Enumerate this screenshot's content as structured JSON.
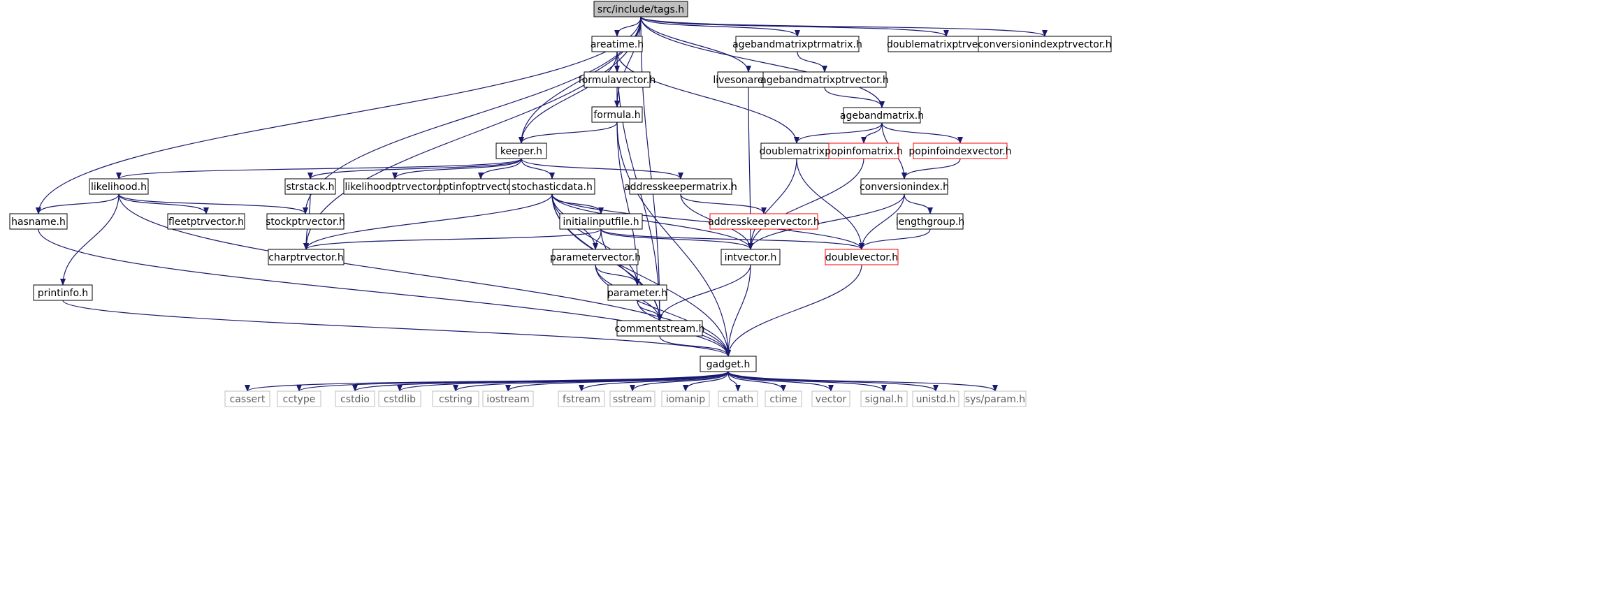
{
  "colors": {
    "edge": "#191970",
    "node_border": "#000000",
    "highlight_border": "#ff0000",
    "system_border": "#bfbfbf",
    "root_fill": "#bfbfbf",
    "node_fill": "#ffffff",
    "text": "#000000",
    "system_text": "#606060"
  },
  "nodes": [
    {
      "id": "tags",
      "label": "src/include/tags.h",
      "kind": "root"
    },
    {
      "id": "areatime",
      "label": "areatime.h",
      "kind": "normal"
    },
    {
      "id": "agebandmatrixptrmatrix",
      "label": "agebandmatrixptrmatrix.h",
      "kind": "normal"
    },
    {
      "id": "doublematrixptrvector",
      "label": "doublematrixptrvector.h",
      "kind": "normal"
    },
    {
      "id": "conversionindexptrvector",
      "label": "conversionindexptrvector.h",
      "kind": "normal"
    },
    {
      "id": "formulavector",
      "label": "formulavector.h",
      "kind": "normal"
    },
    {
      "id": "livesonareas",
      "label": "livesonareas.h",
      "kind": "normal"
    },
    {
      "id": "agebandmatrixptrvector",
      "label": "agebandmatrixptrvector.h",
      "kind": "normal"
    },
    {
      "id": "formula",
      "label": "formula.h",
      "kind": "normal"
    },
    {
      "id": "agebandmatrix",
      "label": "agebandmatrix.h",
      "kind": "normal"
    },
    {
      "id": "keeper",
      "label": "keeper.h",
      "kind": "normal"
    },
    {
      "id": "doublematrix",
      "label": "doublematrix.h",
      "kind": "normal"
    },
    {
      "id": "popinfomatrix",
      "label": "popinfomatrix.h",
      "kind": "highlight"
    },
    {
      "id": "popinfoindexvector",
      "label": "popinfoindexvector.h",
      "kind": "highlight"
    },
    {
      "id": "likelihood",
      "label": "likelihood.h",
      "kind": "normal"
    },
    {
      "id": "strstack",
      "label": "strstack.h",
      "kind": "normal"
    },
    {
      "id": "likelihoodptrvector",
      "label": "likelihoodptrvector.h",
      "kind": "normal"
    },
    {
      "id": "optinfoptrvector",
      "label": "optinfoptrvector.h",
      "kind": "normal"
    },
    {
      "id": "stochasticdata",
      "label": "stochasticdata.h",
      "kind": "normal"
    },
    {
      "id": "addresskeepermatrix",
      "label": "addresskeepermatrix.h",
      "kind": "normal"
    },
    {
      "id": "conversionindex",
      "label": "conversionindex.h",
      "kind": "normal"
    },
    {
      "id": "hasname",
      "label": "hasname.h",
      "kind": "normal"
    },
    {
      "id": "fleetptrvector",
      "label": "fleetptrvector.h",
      "kind": "normal"
    },
    {
      "id": "stockptrvector",
      "label": "stockptrvector.h",
      "kind": "normal"
    },
    {
      "id": "initialinputfile",
      "label": "initialinputfile.h",
      "kind": "normal"
    },
    {
      "id": "addresskeepervector",
      "label": "addresskeepervector.h",
      "kind": "highlight"
    },
    {
      "id": "lengthgroup",
      "label": "lengthgroup.h",
      "kind": "normal"
    },
    {
      "id": "charptrvector",
      "label": "charptrvector.h",
      "kind": "normal"
    },
    {
      "id": "parametervector",
      "label": "parametervector.h",
      "kind": "normal"
    },
    {
      "id": "intvector",
      "label": "intvector.h",
      "kind": "normal"
    },
    {
      "id": "doublevector",
      "label": "doublevector.h",
      "kind": "highlight"
    },
    {
      "id": "printinfo",
      "label": "printinfo.h",
      "kind": "normal"
    },
    {
      "id": "parameter",
      "label": "parameter.h",
      "kind": "normal"
    },
    {
      "id": "commentstream",
      "label": "commentstream.h",
      "kind": "normal"
    },
    {
      "id": "gadget",
      "label": "gadget.h",
      "kind": "normal"
    },
    {
      "id": "cassert",
      "label": "cassert",
      "kind": "system"
    },
    {
      "id": "cctype",
      "label": "cctype",
      "kind": "system"
    },
    {
      "id": "cstdio",
      "label": "cstdio",
      "kind": "system"
    },
    {
      "id": "cstdlib",
      "label": "cstdlib",
      "kind": "system"
    },
    {
      "id": "cstring",
      "label": "cstring",
      "kind": "system"
    },
    {
      "id": "iostream",
      "label": "iostream",
      "kind": "system"
    },
    {
      "id": "fstream",
      "label": "fstream",
      "kind": "system"
    },
    {
      "id": "sstream",
      "label": "sstream",
      "kind": "system"
    },
    {
      "id": "iomanip",
      "label": "iomanip",
      "kind": "system"
    },
    {
      "id": "cmath",
      "label": "cmath",
      "kind": "system"
    },
    {
      "id": "ctime",
      "label": "ctime",
      "kind": "system"
    },
    {
      "id": "vector",
      "label": "vector",
      "kind": "system"
    },
    {
      "id": "signal",
      "label": "signal.h",
      "kind": "system"
    },
    {
      "id": "unistd",
      "label": "unistd.h",
      "kind": "system"
    },
    {
      "id": "sysparam",
      "label": "sys/param.h",
      "kind": "system"
    }
  ],
  "edges": [
    [
      "tags",
      "areatime"
    ],
    [
      "tags",
      "agebandmatrixptrmatrix"
    ],
    [
      "tags",
      "doublematrixptrvector"
    ],
    [
      "tags",
      "conversionindexptrvector"
    ],
    [
      "tags",
      "livesonareas"
    ],
    [
      "tags",
      "formula"
    ],
    [
      "tags",
      "agebandmatrix"
    ],
    [
      "tags",
      "keeper"
    ],
    [
      "tags",
      "hasname"
    ],
    [
      "tags",
      "stockptrvector"
    ],
    [
      "tags",
      "charptrvector"
    ],
    [
      "tags",
      "commentstream"
    ],
    [
      "areatime",
      "formulavector"
    ],
    [
      "areatime",
      "keeper"
    ],
    [
      "areatime",
      "doublematrix"
    ],
    [
      "areatime",
      "commentstream"
    ],
    [
      "formulavector",
      "formula"
    ],
    [
      "agebandmatrixptrmatrix",
      "agebandmatrixptrvector"
    ],
    [
      "agebandmatrixptrvector",
      "agebandmatrix"
    ],
    [
      "livesonareas",
      "intvector"
    ],
    [
      "formula",
      "keeper"
    ],
    [
      "formula",
      "parameter"
    ],
    [
      "formula",
      "gadget"
    ],
    [
      "agebandmatrix",
      "doublematrix"
    ],
    [
      "agebandmatrix",
      "popinfomatrix"
    ],
    [
      "agebandmatrix",
      "popinfoindexvector"
    ],
    [
      "agebandmatrix",
      "conversionindex"
    ],
    [
      "keeper",
      "likelihood"
    ],
    [
      "keeper",
      "strstack"
    ],
    [
      "keeper",
      "likelihoodptrvector"
    ],
    [
      "keeper",
      "optinfoptrvector"
    ],
    [
      "keeper",
      "stochasticdata"
    ],
    [
      "keeper",
      "addresskeepermatrix"
    ],
    [
      "doublematrix",
      "intvector"
    ],
    [
      "doublematrix",
      "doublevector"
    ],
    [
      "popinfomatrix",
      "intvector"
    ],
    [
      "popinfoindexvector",
      "conversionindex"
    ],
    [
      "likelihood",
      "hasname"
    ],
    [
      "likelihood",
      "fleetptrvector"
    ],
    [
      "likelihood",
      "stockptrvector"
    ],
    [
      "likelihood",
      "printinfo"
    ],
    [
      "likelihood",
      "gadget"
    ],
    [
      "strstack",
      "charptrvector"
    ],
    [
      "stochasticdata",
      "initialinputfile"
    ],
    [
      "stochasticdata",
      "charptrvector"
    ],
    [
      "stochasticdata",
      "parametervector"
    ],
    [
      "stochasticdata",
      "parameter"
    ],
    [
      "stochasticdata",
      "intvector"
    ],
    [
      "stochasticdata",
      "doublevector"
    ],
    [
      "stochasticdata",
      "commentstream"
    ],
    [
      "stochasticdata",
      "gadget"
    ],
    [
      "addresskeepermatrix",
      "addresskeepervector"
    ],
    [
      "addresskeepermatrix",
      "intvector"
    ],
    [
      "conversionindex",
      "lengthgroup"
    ],
    [
      "conversionindex",
      "doublevector"
    ],
    [
      "conversionindex",
      "intvector"
    ],
    [
      "lengthgroup",
      "doublevector"
    ],
    [
      "hasname",
      "gadget"
    ],
    [
      "initialinputfile",
      "charptrvector"
    ],
    [
      "initialinputfile",
      "parametervector"
    ],
    [
      "initialinputfile",
      "intvector"
    ],
    [
      "initialinputfile",
      "doublevector"
    ],
    [
      "initialinputfile",
      "commentstream"
    ],
    [
      "parametervector",
      "parameter"
    ],
    [
      "parametervector",
      "commentstream"
    ],
    [
      "parametervector",
      "gadget"
    ],
    [
      "intvector",
      "commentstream"
    ],
    [
      "intvector",
      "gadget"
    ],
    [
      "doublevector",
      "gadget"
    ],
    [
      "printinfo",
      "gadget"
    ],
    [
      "parameter",
      "commentstream"
    ],
    [
      "parameter",
      "gadget"
    ],
    [
      "commentstream",
      "gadget"
    ],
    [
      "gadget",
      "cassert"
    ],
    [
      "gadget",
      "cctype"
    ],
    [
      "gadget",
      "cstdio"
    ],
    [
      "gadget",
      "cstdlib"
    ],
    [
      "gadget",
      "cstring"
    ],
    [
      "gadget",
      "iostream"
    ],
    [
      "gadget",
      "fstream"
    ],
    [
      "gadget",
      "sstream"
    ],
    [
      "gadget",
      "iomanip"
    ],
    [
      "gadget",
      "cmath"
    ],
    [
      "gadget",
      "ctime"
    ],
    [
      "gadget",
      "vector"
    ],
    [
      "gadget",
      "signal"
    ],
    [
      "gadget",
      "unistd"
    ],
    [
      "gadget",
      "sysparam"
    ]
  ]
}
